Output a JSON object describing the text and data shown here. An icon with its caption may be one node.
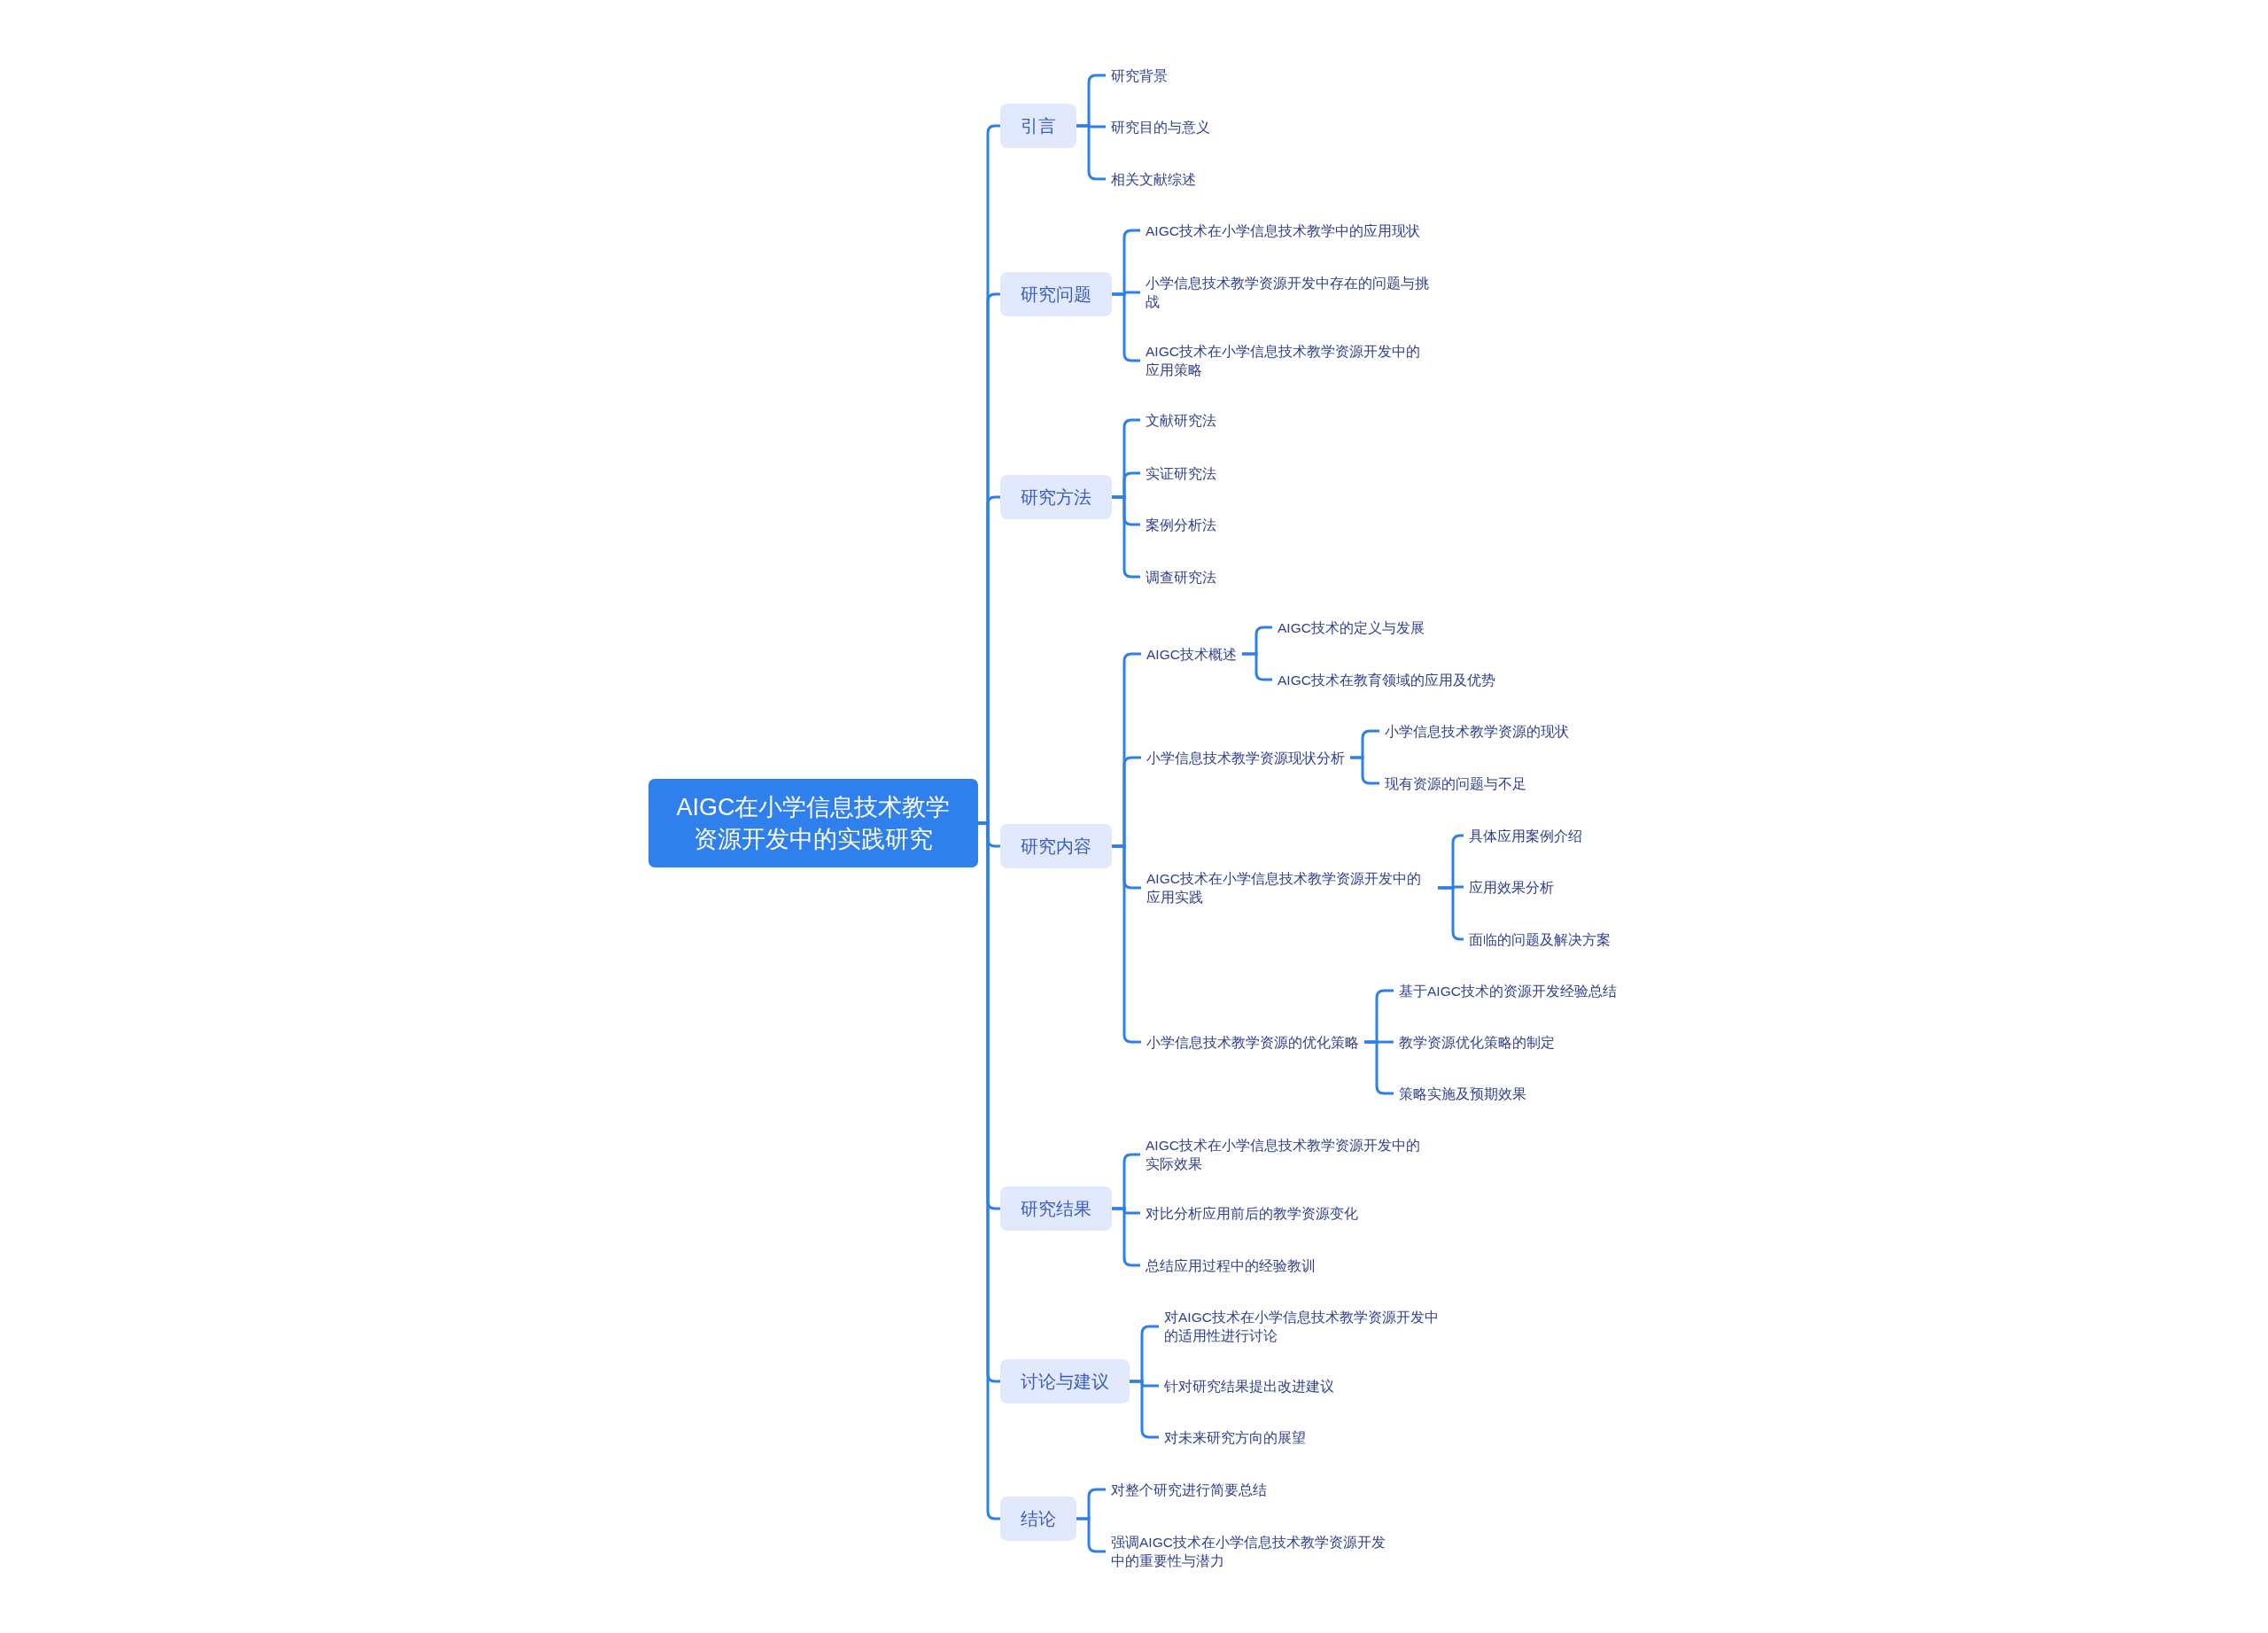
{
  "diagram": {
    "nodes": [
      {
        "text": [
          "AIGC在小学信息技术教学资源开发中的实践研究"
        ]
      },
      {
        "text": [
          "引言"
        ]
      },
      {
        "text": [
          "研究背景"
        ]
      },
      {
        "text": [
          "研究目的与意义"
        ]
      },
      {
        "text": [
          "相关文献综述"
        ]
      },
      {
        "text": [
          "研究问题"
        ]
      },
      {
        "text": [
          "AIGC技术在小学信息技术教学中的应用现状"
        ]
      },
      {
        "text": [
          "小学信息技术教学资源开发中存在的问题与挑战"
        ]
      },
      {
        "text": [
          "AIGC技术在小学信息技术教学资源开发中的应用策略"
        ]
      },
      {
        "text": [
          "研究方法"
        ]
      },
      {
        "text": [
          "文献研究法"
        ]
      },
      {
        "text": [
          "实证研究法"
        ]
      },
      {
        "text": [
          "案例分析法"
        ]
      },
      {
        "text": [
          "调查研究法"
        ]
      },
      {
        "text": [
          "研究内容"
        ]
      },
      {
        "text": [
          "AIGC技术概述"
        ]
      },
      {
        "text": [
          "AIGC技术的定义与发展"
        ]
      },
      {
        "text": [
          "AIGC技术在教育领域的应用及优势"
        ]
      },
      {
        "text": [
          "小学信息技术教学资源现状分析"
        ]
      },
      {
        "text": [
          "小学信息技术教学资源的现状"
        ]
      },
      {
        "text": [
          "现有资源的问题与不足"
        ]
      },
      {
        "text": [
          "AIGC技术在小学信息技术教学资源开发中的应用实践"
        ]
      },
      {
        "text": [
          "具体应用案例介绍"
        ]
      },
      {
        "text": [
          "应用效果分析"
        ]
      },
      {
        "text": [
          "面临的问题及解决方案"
        ]
      },
      {
        "text": [
          "小学信息技术教学资源的优化策略"
        ]
      },
      {
        "text": [
          "基于AIGC技术的资源开发经验总结"
        ]
      },
      {
        "text": [
          "教学资源优化策略的制定"
        ]
      },
      {
        "text": [
          "策略实施及预期效果"
        ]
      },
      {
        "text": [
          "研究结果"
        ]
      },
      {
        "text": [
          "AIGC技术在小学信息技术教学资源开发中的实际效果"
        ]
      },
      {
        "text": [
          "对比分析应用前后的教学资源变化"
        ]
      },
      {
        "text": [
          "总结应用过程中的经验教训"
        ]
      },
      {
        "text": [
          "讨论与建议"
        ]
      },
      {
        "text": [
          "对AIGC技术在小学信息技术教学资源开发中的适用性进行讨论"
        ]
      },
      {
        "text": [
          "针对研究结果提出改进建议"
        ]
      },
      {
        "text": [
          "对未来研究方向的展望"
        ]
      },
      {
        "text": [
          "结论"
        ]
      },
      {
        "text": [
          "对整个研究进行简要总结"
        ]
      },
      {
        "text": [
          "强调AIGC技术在小学信息技术教学资源开发中的重要性与潜力"
        ]
      }
    ],
    "edges": [
      {
        "from": 0,
        "to": 1,
        "arrow": "none"
      },
      {
        "from": 1,
        "to": 2,
        "arrow": "none"
      },
      {
        "from": 1,
        "to": 3,
        "arrow": "none"
      },
      {
        "from": 1,
        "to": 4,
        "arrow": "none"
      },
      {
        "from": 0,
        "to": 5,
        "arrow": "none"
      },
      {
        "from": 5,
        "to": 6,
        "arrow": "none"
      },
      {
        "from": 5,
        "to": 7,
        "arrow": "none"
      },
      {
        "from": 5,
        "to": 8,
        "arrow": "none"
      },
      {
        "from": 0,
        "to": 9,
        "arrow": "none"
      },
      {
        "from": 9,
        "to": 10,
        "arrow": "none"
      },
      {
        "from": 9,
        "to": 11,
        "arrow": "none"
      },
      {
        "from": 9,
        "to": 12,
        "arrow": "none"
      },
      {
        "from": 9,
        "to": 13,
        "arrow": "none"
      },
      {
        "from": 0,
        "to": 14,
        "arrow": "none"
      },
      {
        "from": 14,
        "to": 15,
        "arrow": "none"
      },
      {
        "from": 15,
        "to": 16,
        "arrow": "none"
      },
      {
        "from": 15,
        "to": 17,
        "arrow": "none"
      },
      {
        "from": 14,
        "to": 18,
        "arrow": "none"
      },
      {
        "from": 18,
        "to": 19,
        "arrow": "none"
      },
      {
        "from": 18,
        "to": 20,
        "arrow": "none"
      },
      {
        "from": 14,
        "to": 21,
        "arrow": "none"
      },
      {
        "from": 21,
        "to": 22,
        "arrow": "none"
      },
      {
        "from": 21,
        "to": 23,
        "arrow": "none"
      },
      {
        "from": 21,
        "to": 24,
        "arrow": "none"
      },
      {
        "from": 14,
        "to": 25,
        "arrow": "none"
      },
      {
        "from": 25,
        "to": 26,
        "arrow": "none"
      },
      {
        "from": 25,
        "to": 27,
        "arrow": "none"
      },
      {
        "from": 25,
        "to": 28,
        "arrow": "none"
      },
      {
        "from": 0,
        "to": 29,
        "arrow": "none"
      },
      {
        "from": 29,
        "to": 30,
        "arrow": "none"
      },
      {
        "from": 29,
        "to": 31,
        "arrow": "none"
      },
      {
        "from": 29,
        "to": 32,
        "arrow": "none"
      },
      {
        "from": 0,
        "to": 33,
        "arrow": "none"
      },
      {
        "from": 33,
        "to": 34,
        "arrow": "none"
      },
      {
        "from": 33,
        "to": 35,
        "arrow": "none"
      },
      {
        "from": 33,
        "to": 36,
        "arrow": "none"
      },
      {
        "from": 0,
        "to": 37,
        "arrow": "none"
      },
      {
        "from": 37,
        "to": 38,
        "arrow": "none"
      },
      {
        "from": 37,
        "to": 39,
        "arrow": "none"
      }
    ]
  }
}
